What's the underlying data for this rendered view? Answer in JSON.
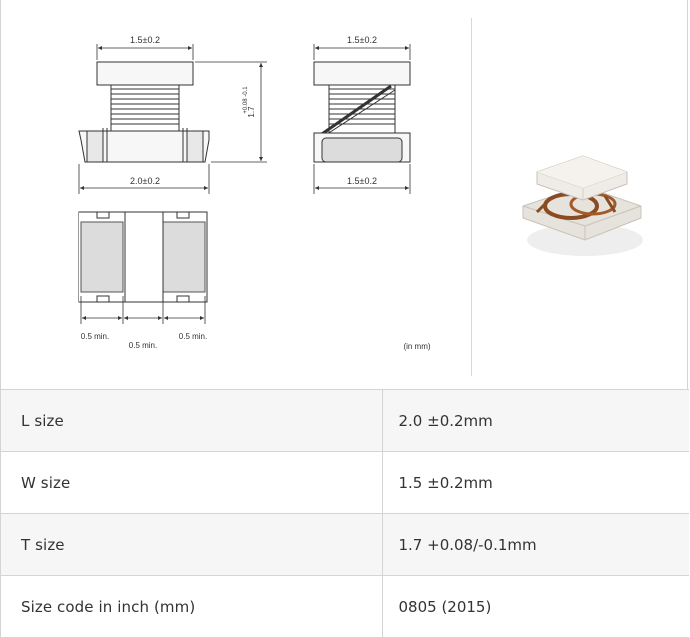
{
  "drawing": {
    "dim_top_left": "1.5±0.2",
    "dim_top_mid": "1.5±0.2",
    "dim_height": "1.7",
    "dim_height_tol": "+0.08 -0.1",
    "dim_bottom_left": "2.0±0.2",
    "dim_bottom_mid": "1.5±0.2",
    "dim_min_left": "0.5 min.",
    "dim_min_center": "0.5 min.",
    "dim_min_right": "0.5 min.",
    "units_note": "(in mm)"
  },
  "specs": [
    {
      "label": "L size",
      "value": "2.0 ±0.2mm"
    },
    {
      "label": "W size",
      "value": "1.5 ±0.2mm"
    },
    {
      "label": "T size",
      "value": "1.7 +0.08/-0.1mm"
    },
    {
      "label": "Size code in inch (mm)",
      "value": "0805 (2015)"
    }
  ],
  "colors": {
    "border": "#d4d4d4",
    "row_shade": "#f6f6f6",
    "text": "#333333"
  }
}
